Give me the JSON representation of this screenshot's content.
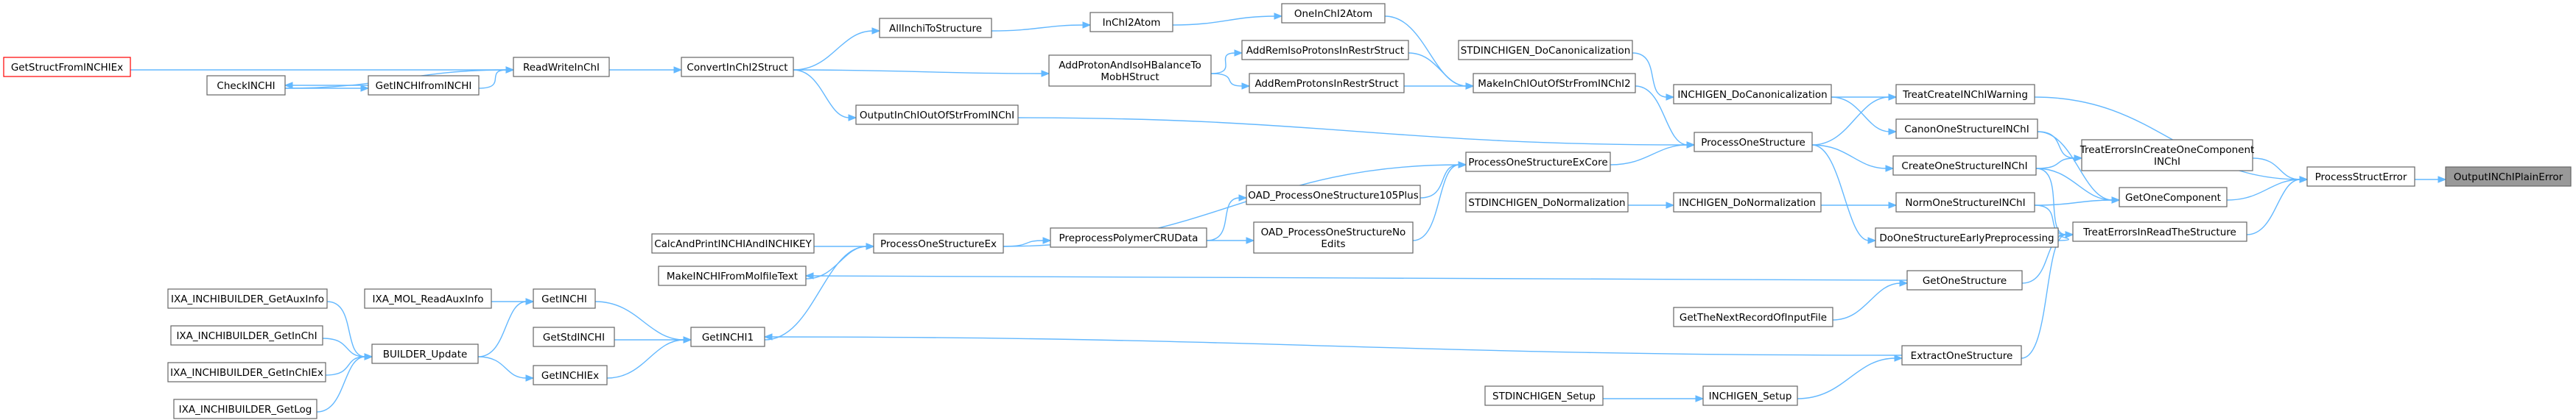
{
  "graph": {
    "title": "",
    "colors": {
      "edge": "#63b8ff",
      "node_border": "#666666",
      "root_fill": "#999999",
      "highlight_border": "#ff0000"
    },
    "nodes": [
      {
        "id": "OutputINChIPlainError",
        "label": [
          "OutputINChIPlainError"
        ],
        "style": "root"
      },
      {
        "id": "ProcessStructError",
        "label": [
          "ProcessStructError"
        ]
      },
      {
        "id": "TreatCreateINChIWarning",
        "label": [
          "TreatCreateINChIWarning"
        ]
      },
      {
        "id": "TreatErrorsInCreateOneComponentINChI",
        "label": [
          "TreatErrorsInCreateOneComponent",
          "INChI"
        ]
      },
      {
        "id": "GetOneComponent",
        "label": [
          "GetOneComponent"
        ]
      },
      {
        "id": "TreatErrorsInReadTheStructure",
        "label": [
          "TreatErrorsInReadTheStructure"
        ]
      },
      {
        "id": "CanonOneStructureINChI",
        "label": [
          "CanonOneStructureINChI"
        ]
      },
      {
        "id": "CreateOneStructureINChI",
        "label": [
          "CreateOneStructureINChI"
        ]
      },
      {
        "id": "NormOneStructureINChI",
        "label": [
          "NormOneStructureINChI"
        ]
      },
      {
        "id": "DoOneStructureEarlyPreprocessing",
        "label": [
          "DoOneStructureEarlyPreprocessing"
        ]
      },
      {
        "id": "GetOneStructure",
        "label": [
          "GetOneStructure"
        ]
      },
      {
        "id": "ExtractOneStructure",
        "label": [
          "ExtractOneStructure"
        ]
      },
      {
        "id": "INCHIGEN_DoCanonicalization",
        "label": [
          "INCHIGEN_DoCanonicalization"
        ]
      },
      {
        "id": "ProcessOneStructure",
        "label": [
          "ProcessOneStructure"
        ]
      },
      {
        "id": "INCHIGEN_DoNormalization",
        "label": [
          "INCHIGEN_DoNormalization"
        ]
      },
      {
        "id": "GetTheNextRecordOfInputFile",
        "label": [
          "GetTheNextRecordOfInputFile"
        ]
      },
      {
        "id": "INCHIGEN_Setup",
        "label": [
          "INCHIGEN_Setup"
        ]
      },
      {
        "id": "STDINCHIGEN_DoCanonicalization",
        "label": [
          "STDINCHIGEN_DoCanonicalization"
        ]
      },
      {
        "id": "MakeInChIOutOfStrFromINChI2",
        "label": [
          "MakeInChIOutOfStrFromINChI2"
        ]
      },
      {
        "id": "ProcessOneStructureExCore",
        "label": [
          "ProcessOneStructureExCore"
        ]
      },
      {
        "id": "STDINCHIGEN_DoNormalization",
        "label": [
          "STDINCHIGEN_DoNormalization"
        ]
      },
      {
        "id": "STDINCHIGEN_Setup",
        "label": [
          "STDINCHIGEN_Setup"
        ]
      },
      {
        "id": "OneInChI2Atom",
        "label": [
          "OneInChI2Atom"
        ]
      },
      {
        "id": "AddRemIsoProtonsInRestrStruct",
        "label": [
          "AddRemIsoProtonsInRestrStruct"
        ]
      },
      {
        "id": "AddRemProtonsInRestrStruct",
        "label": [
          "AddRemProtonsInRestrStruct"
        ]
      },
      {
        "id": "OAD_ProcessOneStructure105Plus",
        "label": [
          "OAD_ProcessOneStructure105Plus"
        ]
      },
      {
        "id": "OAD_ProcessOneStructureNoEdits",
        "label": [
          "OAD_ProcessOneStructureNo",
          "Edits"
        ]
      },
      {
        "id": "InChI2Atom",
        "label": [
          "InChI2Atom"
        ]
      },
      {
        "id": "AddProtonAndIsoHBalanceToMobHStruct",
        "label": [
          "AddProtonAndIsoHBalanceTo",
          "MobHStruct"
        ]
      },
      {
        "id": "PreprocessPolymerCRUData",
        "label": [
          "PreprocessPolymerCRUData"
        ]
      },
      {
        "id": "AllInchiToStructure",
        "label": [
          "AllInchiToStructure"
        ]
      },
      {
        "id": "OutputInChIOutOfStrFromINChI",
        "label": [
          "OutputInChIOutOfStrFromINChI"
        ]
      },
      {
        "id": "ProcessOneStructureEx",
        "label": [
          "ProcessOneStructureEx"
        ]
      },
      {
        "id": "ConvertInChI2Struct",
        "label": [
          "ConvertInChI2Struct"
        ]
      },
      {
        "id": "MakeINCHIFromMolfileText",
        "label": [
          "MakeINCHIFromMolfileText"
        ]
      },
      {
        "id": "GetINCHI1",
        "label": [
          "GetINCHI1"
        ]
      },
      {
        "id": "CalcAndPrintINCHIAndINCHIKEY",
        "label": [
          "CalcAndPrintINCHIAndINCHIKEY"
        ]
      },
      {
        "id": "ReadWriteInChI",
        "label": [
          "ReadWriteInChI"
        ]
      },
      {
        "id": "GetINCHI",
        "label": [
          "GetINCHI"
        ]
      },
      {
        "id": "GetStdINCHI",
        "label": [
          "GetStdINCHI"
        ]
      },
      {
        "id": "GetINCHIEx",
        "label": [
          "GetINCHIEx"
        ]
      },
      {
        "id": "GetINCHIfromINCHI",
        "label": [
          "GetINCHIfromINCHI"
        ]
      },
      {
        "id": "IXA_MOL_ReadAuxInfo",
        "label": [
          "IXA_MOL_ReadAuxInfo"
        ]
      },
      {
        "id": "BUILDER_Update",
        "label": [
          "BUILDER_Update"
        ]
      },
      {
        "id": "CheckINCHI",
        "label": [
          "CheckINCHI"
        ]
      },
      {
        "id": "IXA_INCHIBUILDER_GetAuxInfo",
        "label": [
          "IXA_INCHIBUILDER_GetAuxInfo"
        ]
      },
      {
        "id": "IXA_INCHIBUILDER_GetInChI",
        "label": [
          "IXA_INCHIBUILDER_GetInChI"
        ]
      },
      {
        "id": "IXA_INCHIBUILDER_GetInChIEx",
        "label": [
          "IXA_INCHIBUILDER_GetInChIEx"
        ]
      },
      {
        "id": "IXA_INCHIBUILDER_GetLog",
        "label": [
          "IXA_INCHIBUILDER_GetLog"
        ]
      },
      {
        "id": "GetStructFromINCHIEx",
        "label": [
          "GetStructFromINCHIEx"
        ],
        "style": "red"
      }
    ],
    "edges": [
      [
        "ProcessStructError",
        "OutputINChIPlainError"
      ],
      [
        "TreatCreateINChIWarning",
        "ProcessStructError"
      ],
      [
        "TreatErrorsInCreateOneComponentINChI",
        "ProcessStructError"
      ],
      [
        "GetOneComponent",
        "ProcessStructError"
      ],
      [
        "TreatErrorsInReadTheStructure",
        "ProcessStructError"
      ],
      [
        "INCHIGEN_DoCanonicalization",
        "TreatCreateINChIWarning"
      ],
      [
        "ProcessOneStructure",
        "TreatCreateINChIWarning"
      ],
      [
        "CanonOneStructureINChI",
        "TreatErrorsInCreateOneComponentINChI"
      ],
      [
        "CreateOneStructureINChI",
        "TreatErrorsInCreateOneComponentINChI"
      ],
      [
        "CanonOneStructureINChI",
        "GetOneComponent"
      ],
      [
        "CreateOneStructureINChI",
        "GetOneComponent"
      ],
      [
        "NormOneStructureINChI",
        "GetOneComponent"
      ],
      [
        "CreateOneStructureINChI",
        "TreatErrorsInReadTheStructure"
      ],
      [
        "NormOneStructureINChI",
        "TreatErrorsInReadTheStructure"
      ],
      [
        "DoOneStructureEarlyPreprocessing",
        "TreatErrorsInReadTheStructure"
      ],
      [
        "GetOneStructure",
        "TreatErrorsInReadTheStructure"
      ],
      [
        "ExtractOneStructure",
        "TreatErrorsInReadTheStructure"
      ],
      [
        "INCHIGEN_DoCanonicalization",
        "CanonOneStructureINChI"
      ],
      [
        "ProcessOneStructure",
        "CreateOneStructureINChI"
      ],
      [
        "INCHIGEN_DoNormalization",
        "NormOneStructureINChI"
      ],
      [
        "ProcessOneStructure",
        "DoOneStructureEarlyPreprocessing"
      ],
      [
        "GetTheNextRecordOfInputFile",
        "GetOneStructure"
      ],
      [
        "INCHIGEN_Setup",
        "ExtractOneStructure"
      ],
      [
        "STDINCHIGEN_DoCanonicalization",
        "INCHIGEN_DoCanonicalization"
      ],
      [
        "MakeInChIOutOfStrFromINChI2",
        "ProcessOneStructure"
      ],
      [
        "ProcessOneStructureExCore",
        "ProcessOneStructure"
      ],
      [
        "OutputInChIOutOfStrFromINChI",
        "ProcessOneStructure"
      ],
      [
        "STDINCHIGEN_DoNormalization",
        "INCHIGEN_DoNormalization"
      ],
      [
        "STDINCHIGEN_Setup",
        "INCHIGEN_Setup"
      ],
      [
        "OneInChI2Atom",
        "MakeInChIOutOfStrFromINChI2"
      ],
      [
        "AddRemIsoProtonsInRestrStruct",
        "MakeInChIOutOfStrFromINChI2"
      ],
      [
        "AddRemProtonsInRestrStruct",
        "MakeInChIOutOfStrFromINChI2"
      ],
      [
        "OAD_ProcessOneStructure105Plus",
        "ProcessOneStructureExCore"
      ],
      [
        "OAD_ProcessOneStructureNoEdits",
        "ProcessOneStructureExCore"
      ],
      [
        "ProcessOneStructureEx",
        "ProcessOneStructureExCore"
      ],
      [
        "InChI2Atom",
        "OneInChI2Atom"
      ],
      [
        "AddProtonAndIsoHBalanceToMobHStruct",
        "AddRemIsoProtonsInRestrStruct"
      ],
      [
        "AddProtonAndIsoHBalanceToMobHStruct",
        "AddRemProtonsInRestrStruct"
      ],
      [
        "PreprocessPolymerCRUData",
        "OAD_ProcessOneStructure105Plus"
      ],
      [
        "PreprocessPolymerCRUData",
        "OAD_ProcessOneStructureNoEdits"
      ],
      [
        "AllInchiToStructure",
        "InChI2Atom"
      ],
      [
        "ConvertInChI2Struct",
        "AddProtonAndIsoHBalanceToMobHStruct"
      ],
      [
        "ProcessOneStructureEx",
        "PreprocessPolymerCRUData"
      ],
      [
        "ConvertInChI2Struct",
        "AllInchiToStructure"
      ],
      [
        "ConvertInChI2Struct",
        "OutputInChIOutOfStrFromINChI"
      ],
      [
        "CalcAndPrintINCHIAndINCHIKEY",
        "ProcessOneStructureEx"
      ],
      [
        "MakeINCHIFromMolfileText",
        "ProcessOneStructureEx"
      ],
      [
        "GetINCHI1",
        "ProcessOneStructureEx"
      ],
      [
        "ReadWriteInChI",
        "ConvertInChI2Struct"
      ],
      [
        "GetOneStructure",
        "MakeINCHIFromMolfileText"
      ],
      [
        "ExtractOneStructure",
        "GetINCHI1"
      ],
      [
        "GetINCHI",
        "GetINCHI1"
      ],
      [
        "GetStdINCHI",
        "GetINCHI1"
      ],
      [
        "GetINCHIEx",
        "GetINCHI1"
      ],
      [
        "GetINCHIfromINCHI",
        "ReadWriteInChI"
      ],
      [
        "CheckINCHI",
        "ReadWriteInChI"
      ],
      [
        "GetStructFromINCHIEx",
        "ReadWriteInChI"
      ],
      [
        "IXA_MOL_ReadAuxInfo",
        "GetINCHI"
      ],
      [
        "BUILDER_Update",
        "GetINCHI"
      ],
      [
        "BUILDER_Update",
        "GetINCHIEx"
      ],
      [
        "CheckINCHI",
        "GetINCHIfromINCHI"
      ],
      [
        "GetINCHIfromINCHI",
        "CheckINCHI"
      ],
      [
        "IXA_INCHIBUILDER_GetAuxInfo",
        "BUILDER_Update"
      ],
      [
        "IXA_INCHIBUILDER_GetInChI",
        "BUILDER_Update"
      ],
      [
        "IXA_INCHIBUILDER_GetInChIEx",
        "BUILDER_Update"
      ],
      [
        "IXA_INCHIBUILDER_GetLog",
        "BUILDER_Update"
      ]
    ]
  }
}
